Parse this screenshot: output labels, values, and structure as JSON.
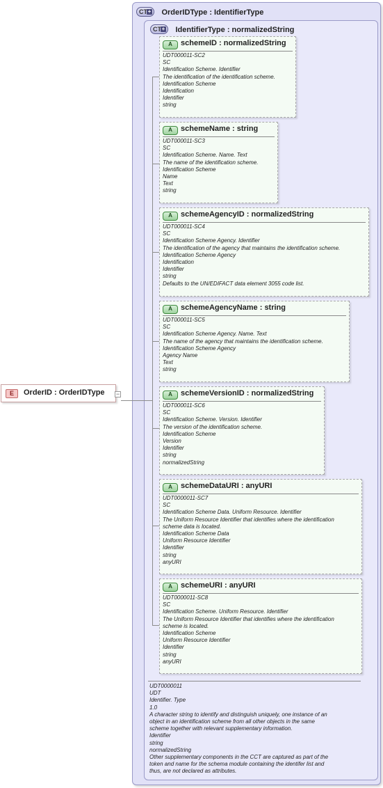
{
  "element": {
    "badge": "E",
    "label": "OrderID  : OrderIDType",
    "toggle": "−"
  },
  "outer_type": {
    "badge": "CT",
    "title": "OrderIDType : IdentifierType"
  },
  "inner_type": {
    "badge": "CT",
    "title": "IdentifierType : normalizedString",
    "docs": "UDT0000011\nUDT\nIdentifier. Type\n1.0\nA character string to identify and distinguish uniquely, one instance of an\nobject in an identification scheme from all other objects in the same\nscheme together with relevant supplementary information.\nIdentifier\nstring\nnormalizedString\nOther supplementary components in the CCT are captured as part of the\ntoken and name for the schema module containing the identifer list and\nthus, are not declared as attributes."
  },
  "attribute_badge": "A",
  "attributes": [
    {
      "title": "schemeID : normalizedString",
      "docs": "UDT000011-SC2\nSC\nIdentification Scheme. Identifier\nThe identification of the identification scheme.\nIdentification Scheme\nIdentification\nIdentifier\nstring"
    },
    {
      "title": "schemeName : string",
      "docs": "UDT000011-SC3\nSC\nIdentification Scheme. Name. Text\nThe name of the identification scheme.\nIdentification Scheme\nName\nText\nstring"
    },
    {
      "title": "schemeAgencyID : normalizedString",
      "docs": "UDT000011-SC4\nSC\nIdentification Scheme Agency. Identifier\nThe identification of the agency that maintains the identification scheme.\nIdentification Scheme Agency\nIdentification\nIdentifier\nstring\nDefaults to the UN/EDIFACT data element 3055 code list."
    },
    {
      "title": "schemeAgencyName : string",
      "docs": "UDT000011-SC5\nSC\nIdentification Scheme Agency. Name. Text\nThe name of the agency that maintains the identification scheme.\nIdentification Scheme Agency\nAgency Name\nText\nstring"
    },
    {
      "title": "schemeVersionID : normalizedString",
      "docs": "UDT000011-SC6\nSC\nIdentification Scheme. Version. Identifier\nThe version of the identification scheme.\nIdentification Scheme\nVersion\nIdentifier\nstring\nnormalizedString"
    },
    {
      "title": "schemeDataURI : anyURI",
      "docs": "UDT0000011-SC7\nSC\nIdentification Scheme Data. Uniform Resource. Identifier\nThe Uniform Resource Identifier that identifies where the identification\nscheme data is located.\nIdentification Scheme Data\nUniform Resource Identifier\nIdentifier\nstring\nanyURI"
    },
    {
      "title": "schemeURI : anyURI",
      "docs": "UDT0000011-SC8\nSC\nIdentification Scheme. Uniform Resource. Identifier\nThe Uniform Resource Identifier that identifies where the identification\nscheme is located.\nIdentification Scheme\nUniform Resource Identifier\nIdentifier\nstring\nanyURI"
    }
  ]
}
